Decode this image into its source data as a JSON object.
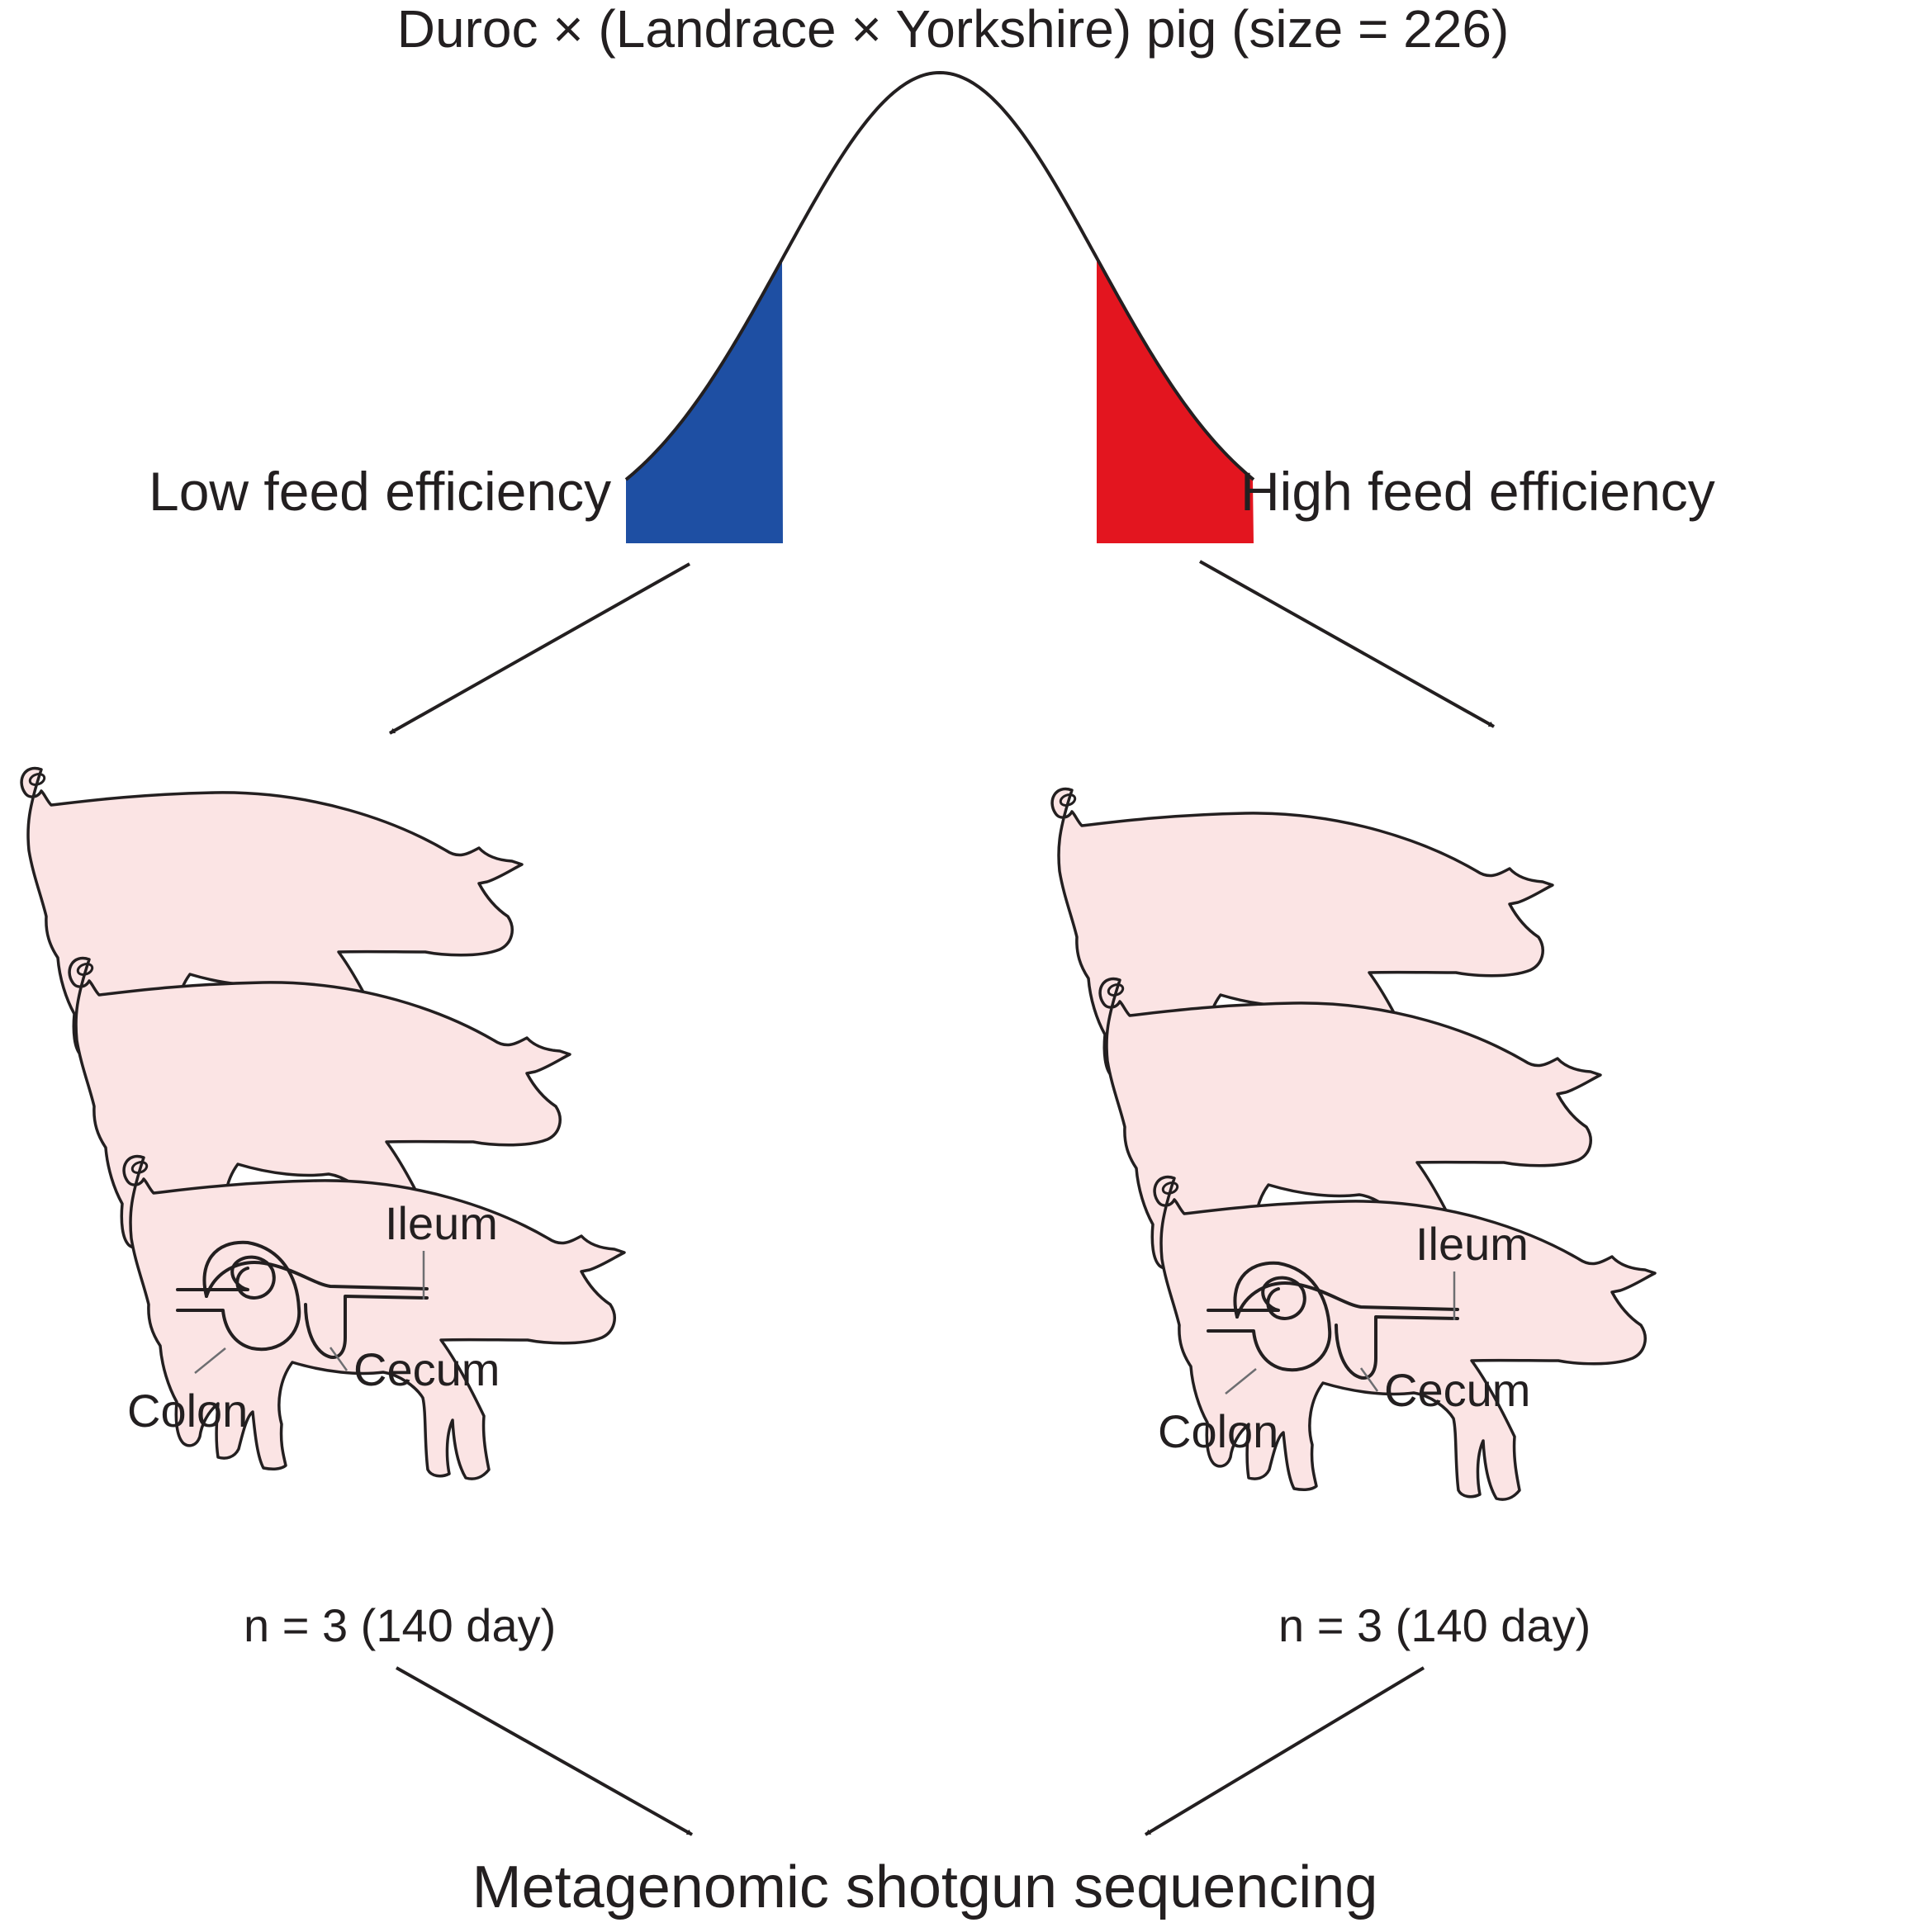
{
  "title": "Duroc × (Landrace × Yorkshire) pig (size = 226)",
  "groups": [
    {
      "label": "Low feed efficiency",
      "tail_color": "#1e4fa3",
      "count_label": "n = 3 (140 day)"
    },
    {
      "label": "High feed efficiency",
      "tail_color": "#e3151f",
      "count_label": "n = 3 (140 day)"
    }
  ],
  "organs": {
    "ileum": "Ileum",
    "cecum": "Cecum",
    "colon": "Colon"
  },
  "pig_fill": "#fbe4e4",
  "bottom_label": "Metagenomic shotgun sequencing"
}
